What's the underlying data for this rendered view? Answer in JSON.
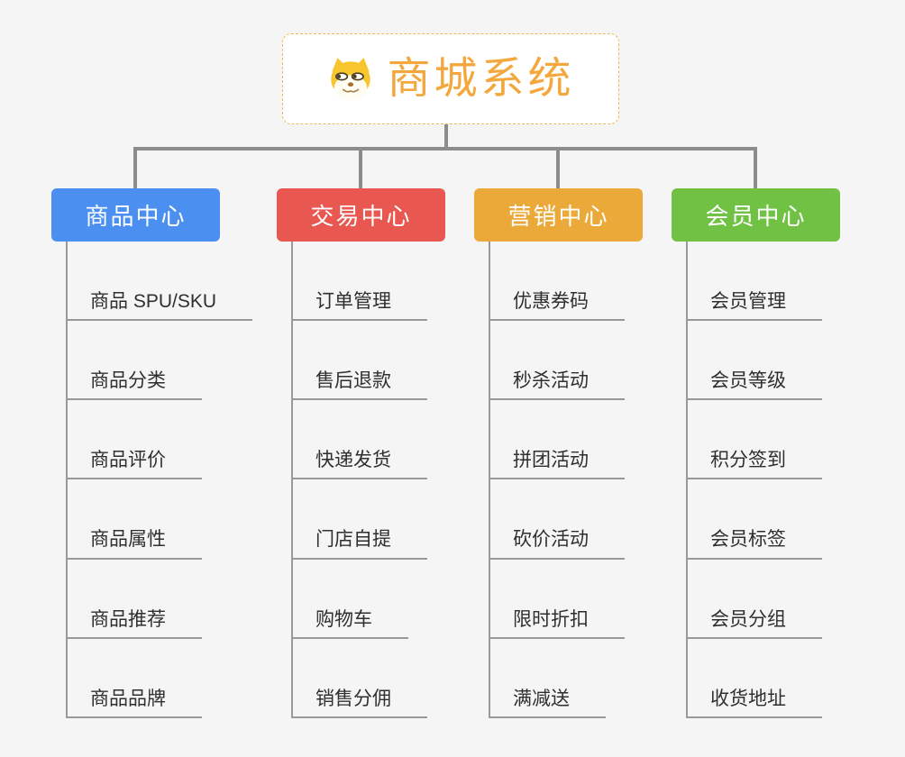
{
  "canvas": {
    "background": "#f5f5f5",
    "connector_color": "#8c8c8c",
    "leaf_line_color": "#999999"
  },
  "root": {
    "title": "商城系统",
    "icon": "shiba-dog-icon",
    "text_color": "#f3a73d",
    "border_color": "#f2b55f"
  },
  "branches": [
    {
      "label": "商品中心",
      "color": "#4b90f0",
      "children": [
        "商品 SPU/SKU",
        "商品分类",
        "商品评价",
        "商品属性",
        "商品推荐",
        "商品品牌"
      ]
    },
    {
      "label": "交易中心",
      "color": "#e85750",
      "children": [
        "订单管理",
        "售后退款",
        "快递发货",
        "门店自提",
        "购物车",
        "销售分佣"
      ]
    },
    {
      "label": "营销中心",
      "color": "#eba939",
      "children": [
        "优惠券码",
        "秒杀活动",
        "拼团活动",
        "砍价活动",
        "限时折扣",
        "满减送"
      ]
    },
    {
      "label": "会员中心",
      "color": "#70c144",
      "children": [
        "会员管理",
        "会员等级",
        "积分签到",
        "会员标签",
        "会员分组",
        "收货地址"
      ]
    }
  ]
}
